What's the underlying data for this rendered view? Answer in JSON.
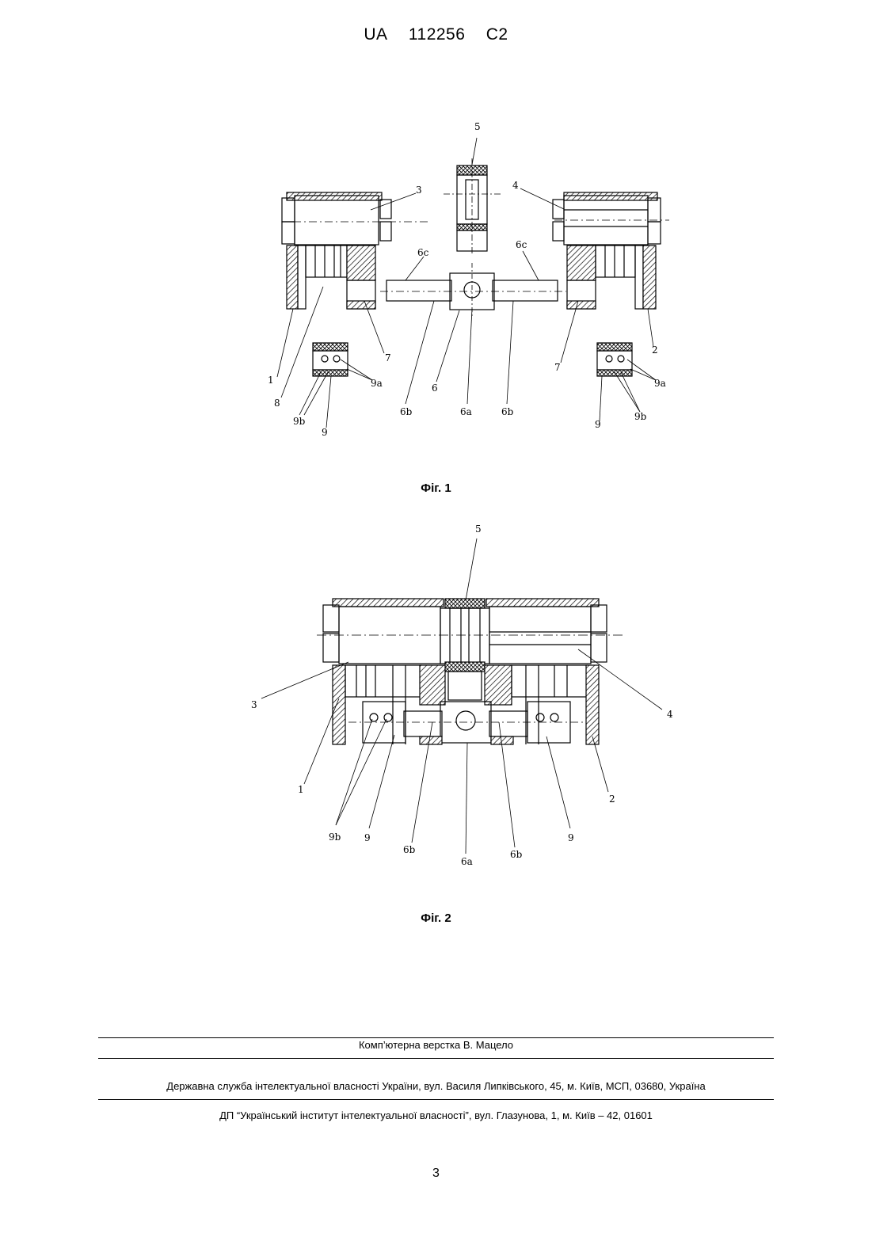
{
  "header": {
    "country": "UA",
    "number": "112256",
    "kind": "C2"
  },
  "figures": [
    {
      "caption": "Фіг. 1",
      "labels": [
        "5",
        "3",
        "4",
        "6c",
        "6c",
        "1",
        "8",
        "7",
        "7",
        "2",
        "9a",
        "9a",
        "9b",
        "9b",
        "9",
        "9",
        "6",
        "6b",
        "6a",
        "6b"
      ]
    },
    {
      "caption": "Фіг. 2",
      "labels": [
        "5",
        "3",
        "4",
        "1",
        "2",
        "9b",
        "9",
        "6b",
        "6a",
        "6b",
        "9"
      ]
    }
  ],
  "footer": {
    "layout": "Комп’ютерна верстка В. Мацело",
    "service": "Державна служба інтелектуальної власності України, вул. Василя Липківського, 45, м. Київ, МСП, 03680, Україна",
    "institute": "ДП “Український інститут інтелектуальної власності”, вул. Глазунова, 1, м. Київ – 42, 01601"
  },
  "page_number": "3"
}
